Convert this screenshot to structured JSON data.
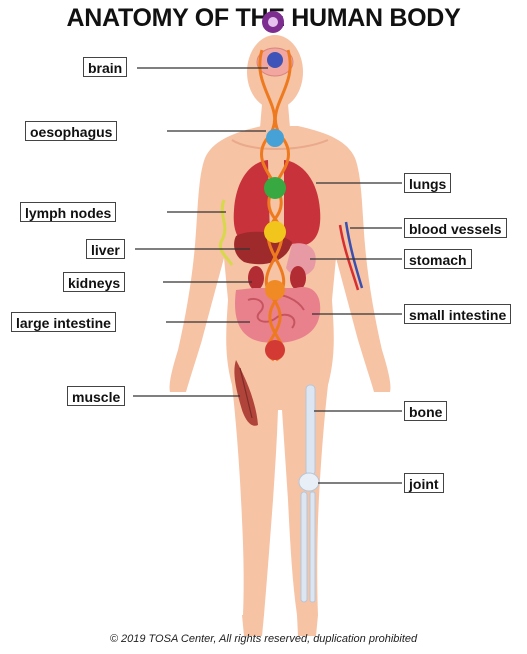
{
  "title": "ANATOMY OF THE HUMAN BODY",
  "labels": {
    "brain": "brain",
    "oesophagus": "oesophagus",
    "lymph_nodes": "lymph nodes",
    "liver": "liver",
    "kidneys": "kidneys",
    "large_intestine": "large intestine",
    "muscle": "muscle",
    "lungs": "lungs",
    "blood_vessels": "blood vessels",
    "stomach": "stomach",
    "small_intestine": "small intestine",
    "bone": "bone",
    "joint": "joint"
  },
  "footer": "© 2019 TOSA Center, All rights reserved, duplication prohibited",
  "colors": {
    "skin": "#f6c3a5",
    "skin_shade": "#e9a98a",
    "lungs": "#c8323a",
    "liver": "#9e2a2b",
    "intestine": "#e9818c",
    "muscle": "#b0443a",
    "bone": "#dbe6f2",
    "vessel_red": "#d62f2f",
    "vessel_blue": "#3a4fb0",
    "lymph": "#d7d84a",
    "chakra_orange": "#ee7a20",
    "leader_line": "#333333"
  }
}
